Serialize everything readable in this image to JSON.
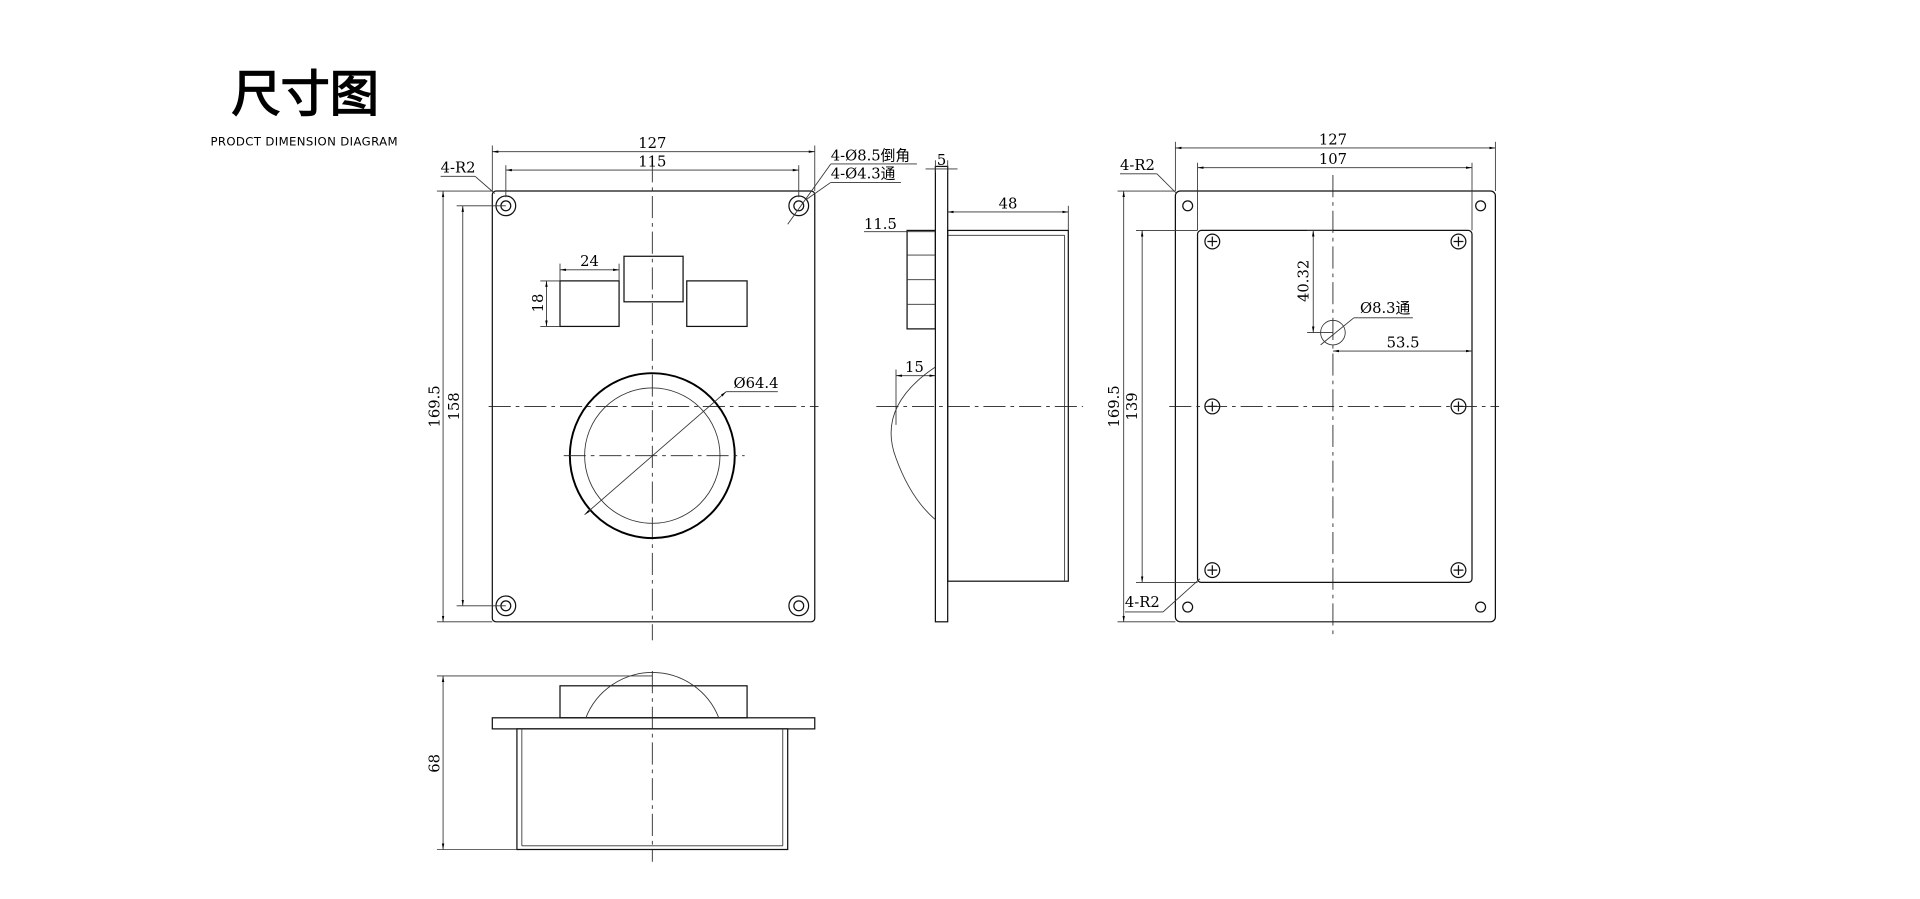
{
  "header": {
    "title": "尺寸图",
    "subtitle": "PRODCT DIMENSION DIAGRAM"
  },
  "front_view": {
    "width_overall": "127",
    "hole_spacing_x": "115",
    "corner_radius": "4-R2",
    "chamfer_note": "4-Ø8.5倒角",
    "through_hole_note": "4-Ø4.3通",
    "height_overall": "169.5",
    "hole_spacing_y": "158",
    "button_width": "24",
    "button_height": "18",
    "ball_diameter": "Ø64.4"
  },
  "side_view": {
    "plate_thickness": "5",
    "body_depth": "48",
    "button_protrusion": "11.5",
    "ball_protrusion": "15"
  },
  "back_view": {
    "width_overall": "127",
    "body_width": "107",
    "corner_radius_top": "4-R2",
    "corner_radius_bottom": "4-R2",
    "hole_offset_y": "40.32",
    "hole_note": "Ø8.3通",
    "hole_offset_x": "53.5",
    "height_overall": "169.5",
    "body_height": "139"
  },
  "bottom_view": {
    "total_height": "68"
  }
}
